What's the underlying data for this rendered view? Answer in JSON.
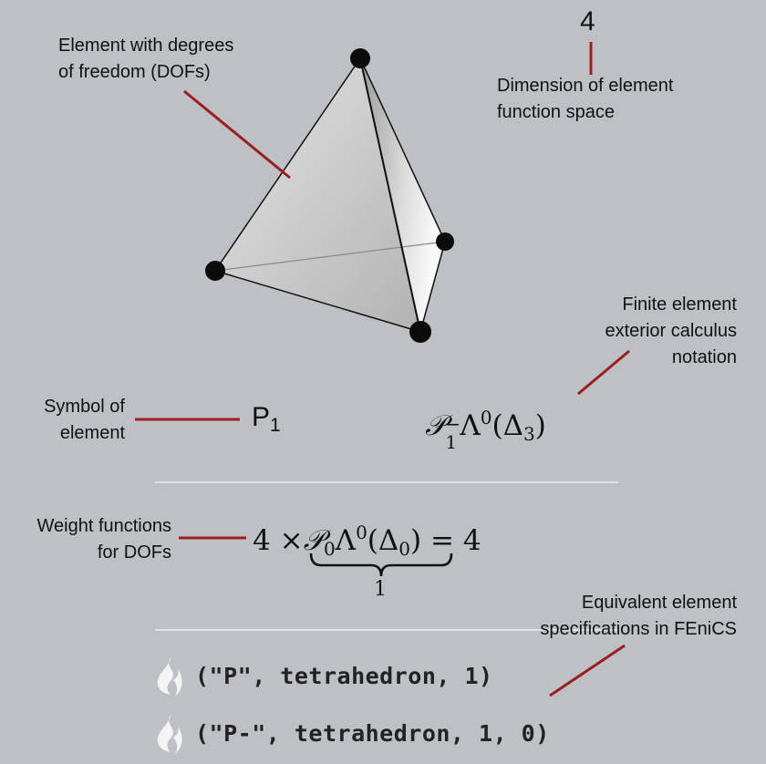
{
  "dimension": {
    "value": "4",
    "label_line1": "Dimension of element",
    "label_line2": "function space"
  },
  "dofs_label": {
    "line1": "Element with degrees",
    "line2": "of freedom (DOFs)"
  },
  "symbol": {
    "label_line1": "Symbol of",
    "label_line2": "element",
    "base": "P",
    "sub": "1"
  },
  "feec": {
    "label_line1": "Finite element",
    "label_line2": "exterior calculus",
    "label_line3": "notation",
    "P": "𝒫",
    "P_sub": "1",
    "P_sup": "−",
    "Lambda": "Λ",
    "Lambda_sup": "0",
    "open": "(",
    "Delta": "Δ",
    "Delta_sub": "3",
    "close": ")"
  },
  "weights": {
    "label_line1": "Weight functions",
    "label_line2": "for DOFs",
    "count": "4",
    "times": "×",
    "P": "𝒫",
    "P_sub": "0",
    "Lambda": "Λ",
    "Lambda_sup": "0",
    "open": "(",
    "Delta": "Δ",
    "Delta_sub": "0",
    "close": ")",
    "equals": "= 4",
    "brace_value": "1"
  },
  "fenics": {
    "label_line1": "Equivalent element",
    "label_line2": "specifications in FEniCS",
    "spec1": "(\"P\", tetrahedron, 1)",
    "spec2": "(\"P-\", tetrahedron, 1, 0)",
    "icon": "fenics-flame-icon"
  },
  "colors": {
    "background": "#bdc1c5",
    "leader": "#9b1f1f",
    "divider": "#eeeeee",
    "text": "#111111"
  }
}
